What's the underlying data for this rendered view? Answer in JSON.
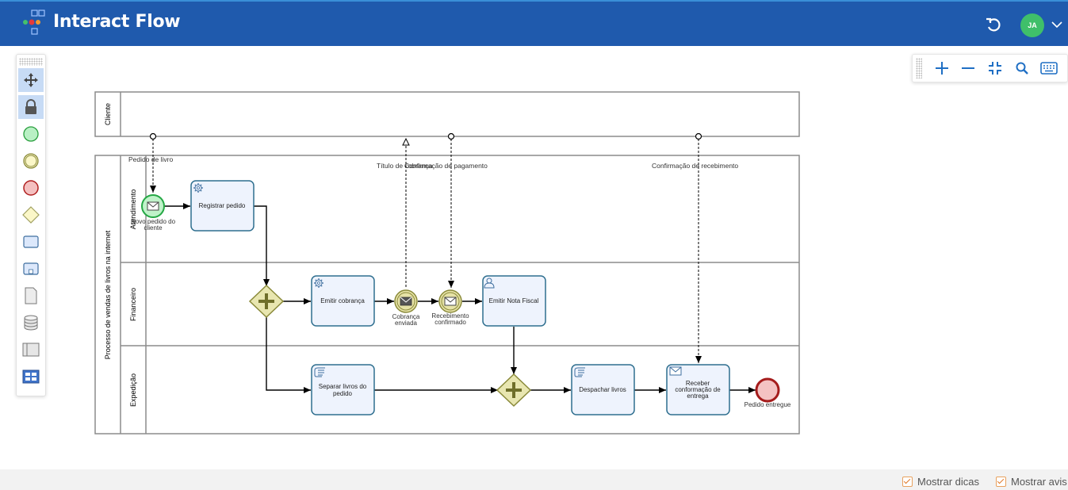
{
  "header": {
    "app_title": "Interact Flow",
    "avatar_initials": "JA",
    "colors": {
      "bar": "#1f5aad",
      "avatar": "#3fbf6a"
    }
  },
  "palette": {
    "tools": [
      "hand-tool-icon",
      "lock-icon",
      "start-event-icon",
      "intermediate-event-icon",
      "end-event-icon",
      "gateway-icon",
      "task-icon",
      "subprocess-icon",
      "data-object-icon",
      "data-store-icon",
      "pool-icon",
      "group-icon"
    ],
    "active_tools": [
      "hand-tool-icon",
      "lock-icon"
    ]
  },
  "zoom_toolbar": {
    "buttons": [
      "zoom-in-icon",
      "zoom-out-icon",
      "fit-icon",
      "search-icon",
      "keyboard-icon"
    ]
  },
  "diagram": {
    "pool_cliente": "Cliente",
    "pool_main": "Processo de vendas de livros na internet",
    "lanes": {
      "atendimento": "Atendimento",
      "financeiro": "Financeiro",
      "expedicao": "Expedição"
    },
    "message_labels": {
      "pedido": "Pedido de livro",
      "titulo_cobranca": "Título de cobrança",
      "confirmacao_pagamento": "Confirmação de pagamento",
      "confirmacao_recebimento": "Confirmação de recebimento"
    },
    "events": {
      "novo_pedido": [
        "Novo pedido do",
        "cliente"
      ],
      "cobranca_enviada": [
        "Cobrança",
        "enviada"
      ],
      "recebimento_confirmado": [
        "Recebimento",
        "confirmado"
      ],
      "pedido_entregue": "Pedido entregue"
    },
    "tasks": {
      "registrar_pedido": [
        "Registrar pedido"
      ],
      "emitir_cobranca": [
        "Emitir cobrança"
      ],
      "emitir_nota_fiscal": [
        "Emitir Nota Fiscal"
      ],
      "separar_livros": [
        "Separar livros do",
        "pedido"
      ],
      "despachar_livros": [
        "Despachar livros"
      ],
      "receber_confirmacao": [
        "Receber",
        "conformação de",
        "entrega"
      ]
    },
    "colors": {
      "task_fill": "#eef3fd",
      "task_stroke": "#2f6f8f",
      "start": "#29b34a",
      "end": "#b01e1e",
      "gateway": "#e8e6b0"
    }
  },
  "footer": {
    "show_tips": "Mostrar dicas",
    "show_warnings": "Mostrar avis"
  }
}
